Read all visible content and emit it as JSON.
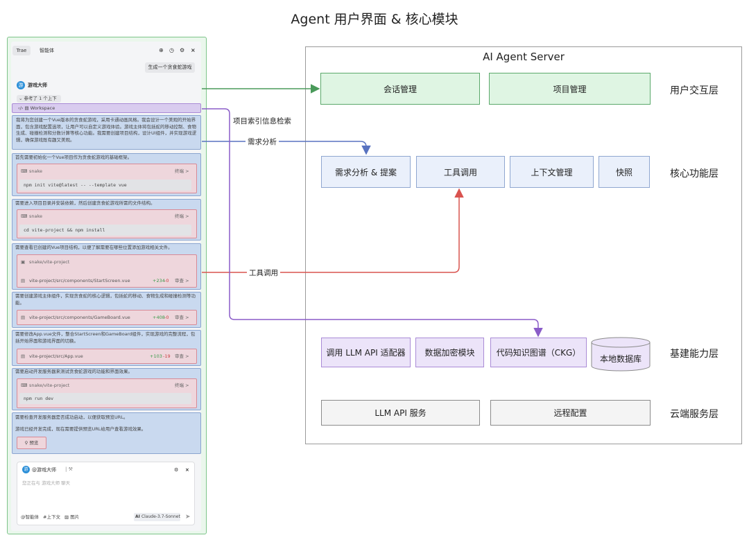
{
  "title": "Agent 用户界面 & 核心模块",
  "client": {
    "tab1": "Trae",
    "tab2": "智能体",
    "icons": [
      "new-chat-icon",
      "history-icon",
      "settings-icon",
      "close-icon"
    ],
    "user_message": "生成一个贪食蛇游戏",
    "agent_name": "游戏大师",
    "context_ref": "参考了 1 个上下文",
    "workspace": "Workspace",
    "intro": "我将为您创建一个Vue版本的贪食蛇游戏，采用卡通动画风格。我会设计一个美观的开始界面，包含游戏配置选项，让用户可以自定义游戏体验。游戏主体将包括蛇的移动控制、食物生成、碰撞检测和分数计算等核心功能。我需要创建项目结构，设计UI组件，并实现游戏逻辑，确保游戏既有趣又美观。",
    "step1_text": "首先需要初始化一个Vue项目作为贪食蛇游戏的基础框架。",
    "step1_term": "snake",
    "step1_action": "终端 >",
    "step1_cmd": "npm init vite@latest -- --template vue",
    "step2_text": "需要进入项目目录并安装依赖，然后创建贪食蛇游戏所需的文件结构。",
    "step2_term": "snake",
    "step2_action": "终端 >",
    "step2_cmd": "cd vite-project && npm install",
    "step3_text": "需要查看已创建的Vue项目结构，以便了解需要在哪些位置添加游戏相关文件。",
    "step3_folder": "snake/vite-project",
    "step3_file": "vite-project/src/components/StartScreen.vue",
    "step3_add": "+234",
    "step3_del": "-0",
    "step3_action": "审查 >",
    "step4_text": "需要创建游戏主体组件，实现贪食蛇的核心逻辑，包括蛇的移动、食物生成和碰撞检测等功能。",
    "step4_file": "vite-project/src/components/GameBoard.vue",
    "step4_add": "+408",
    "step4_del": "-0",
    "step4_action": "审查 >",
    "step5_text": "需要修改App.vue文件，整合StartScreen和GameBoard组件，实现游戏的完整流程，包括开始界面和游戏界面的切换。",
    "step5_file": "vite-project/src/App.vue",
    "step5_add": "+103",
    "step5_del": "-19",
    "step5_action": "审查 >",
    "step6_text": "需要启动开发服务器来测试贪食蛇游戏的功能和界面效果。",
    "step6_term": "snake/vite-project",
    "step6_action": "终端 >",
    "step6_cmd": "npm run dev",
    "step7_text": "需要检查开发服务器是否成功启动，以便获取预览URL。",
    "final_text": "游戏已经开发完成，现在需要提供预览URL给用户查看游戏效果。",
    "preview_btn": "预览",
    "input_agent": "@游戏大师",
    "input_placeholder": "您正在与 游戏大师 聊天",
    "footer_agent": "智能体",
    "footer_context": "上下文",
    "footer_image": "图片",
    "model": "Claude-3.7-Sonnet"
  },
  "server": {
    "title": "AI Agent Server",
    "layers": [
      "用户交互层",
      "核心功能层",
      "基建能力层",
      "云端服务层"
    ],
    "interaction": [
      "会话管理",
      "项目管理"
    ],
    "core": [
      "需求分析 & 提案",
      "工具调用",
      "上下文管理",
      "快照"
    ],
    "infra": [
      "调用 LLM API 适配器",
      "数据加密模块",
      "代码知识图谱（CKG）",
      "本地数据库"
    ],
    "cloud": [
      "LLM API 服务",
      "远程配置"
    ]
  },
  "edges": {
    "index": "项目索引信息检索",
    "analysis": "需求分析",
    "tool": "工具调用"
  },
  "colors": {
    "green": "#4a9a5a",
    "blue": "#5872c0",
    "red": "#d9534f",
    "purple": "#8a5cc8"
  }
}
